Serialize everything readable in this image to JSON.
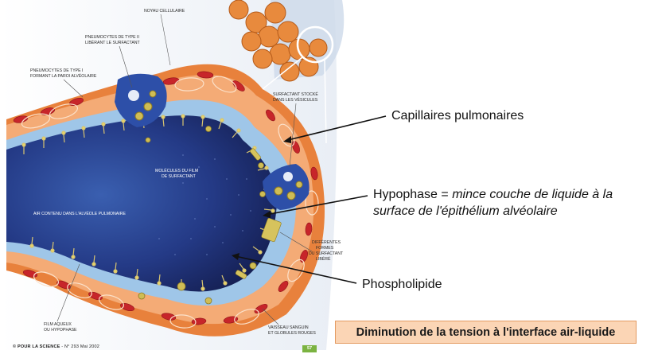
{
  "labels": {
    "noyau": "NOYAU CELLULAIRE",
    "pneumo2_line1": "PNEUMOCYTES DE TYPE II",
    "pneumo2_line2": "LIBÉRANT LE SURFACTANT",
    "pneumo1_line1": "PNEUMOCYTES DE TYPE I",
    "pneumo1_line2": "FORMANT LA PAROI ALVÉOLAIRE",
    "surf_stocke_line1": "SURFACTANT STOCKÉ",
    "surf_stocke_line2": "DANS LES VÉSICULES",
    "molecules_line1": "MOLÉCULES DU FILM",
    "molecules_line2": "DE SURFACTANT",
    "air": "AIR CONTENU DANS L'ALVÉOLE PULMONAIRE",
    "formes_line1": "DIFFÉRENTES",
    "formes_line2": "FORMES",
    "formes_line3": "DU SURFACTANT",
    "formes_line4": "LIBÉRÉ",
    "film_line1": "FILM AQUEUX",
    "film_line2": "OU HYPOPHASE",
    "vaisseau_line1": "VAISSEAU SANGUIN",
    "vaisseau_line2": "ET GLOBULES ROUGES"
  },
  "callouts": {
    "capillaires": "Capillaires pulmonaires",
    "hypophase_term": "Hypophase = ",
    "hypophase_def": "mince couche de liquide à la surface de l'épithélium alvéolaire",
    "phospholipide": "Phospholipide"
  },
  "summary": "Diminution de la tension à l'interface air-liquide",
  "credit": {
    "source": "© POUR LA SCIENCE",
    "issue": "- N° 293 Mai 2002",
    "page": "57"
  },
  "colors": {
    "tissue_orange": "#e8813c",
    "air_navy": "#1e2a6b",
    "hypophase_blue": "#9fc6e8",
    "pneumocyte_blue": "#2d4fa8",
    "summary_fill": "#fbd5b5"
  }
}
